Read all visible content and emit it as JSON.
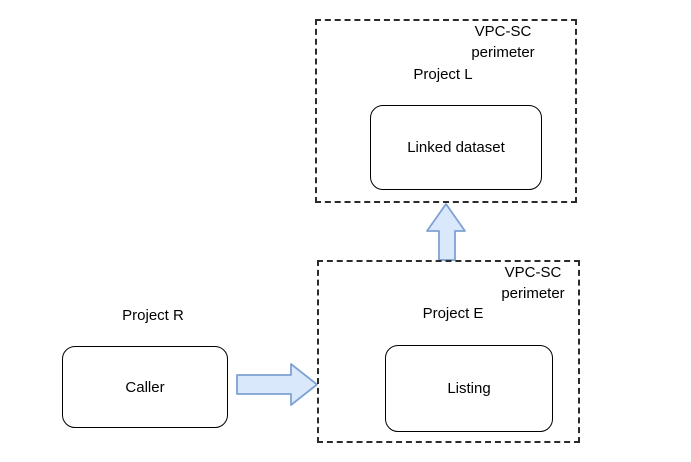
{
  "colors": {
    "background": "#ffffff",
    "line": "#000000",
    "dashed_border": "#2b2b2b",
    "arrow_fill": "#dae8fc",
    "arrow_stroke": "#7ea1d4"
  },
  "top_perimeter": {
    "perimeter_label": "VPC-SC\nperimeter",
    "project_label": "Project L",
    "node_label": "Linked dataset"
  },
  "bottom_perimeter": {
    "perimeter_label": "VPC-SC\nperimeter",
    "project_label": "Project E",
    "node_label": "Listing"
  },
  "caller_group": {
    "project_label": "Project R",
    "node_label": "Caller"
  },
  "arrows": [
    {
      "name": "caller-to-listing",
      "direction": "right"
    },
    {
      "name": "listing-to-linked-dataset",
      "direction": "up"
    }
  ]
}
